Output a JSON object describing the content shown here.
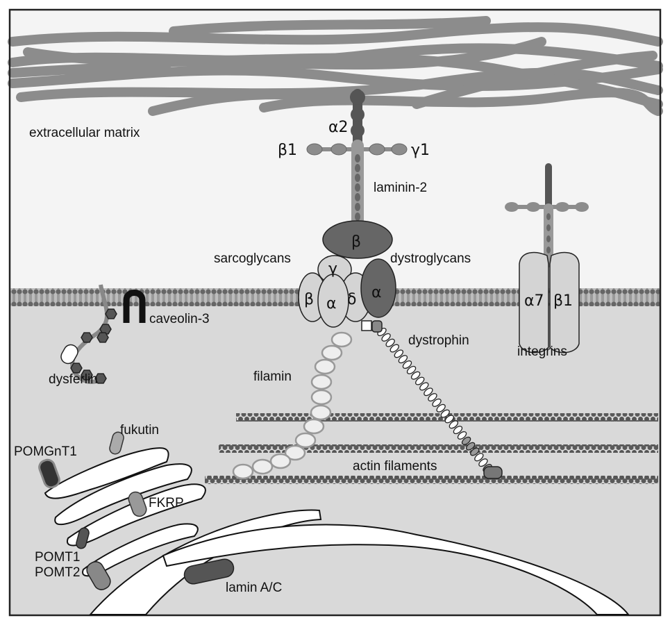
{
  "colors": {
    "extracellular": "#f4f4f4",
    "cytoplasm": "#d9d9d9",
    "fiber": "#8c8c8c",
    "dark": "#5e5e5e",
    "light": "#d4d4d4"
  },
  "labels": {
    "extracellular_matrix": "extracellular matrix",
    "alpha2": "α2",
    "beta1_laminin": "β1",
    "gamma1": "γ1",
    "laminin": "laminin-2",
    "sarcoglycans": "sarcoglycans",
    "dystroglycans": "dystroglycans",
    "dg_beta": "β",
    "dg_alpha": "α",
    "sg_beta": "β",
    "sg_alpha": "α",
    "sg_delta": "δ",
    "sg_gamma": "γ",
    "caveolin": "caveolin-3",
    "dysferlin": "dysferlin",
    "dystrophin": "dystrophin",
    "filamin": "filamin",
    "integrin_a7": "α7",
    "integrin_b1": "β1",
    "integrins": "integrins",
    "actin": "actin filaments",
    "fukutin": "fukutin",
    "pomgnt1": "POMGnT1",
    "fkrp": "FKRP",
    "pomt1": "POMT1",
    "pomt2": "POMT2",
    "lamin": "lamin A/C"
  }
}
